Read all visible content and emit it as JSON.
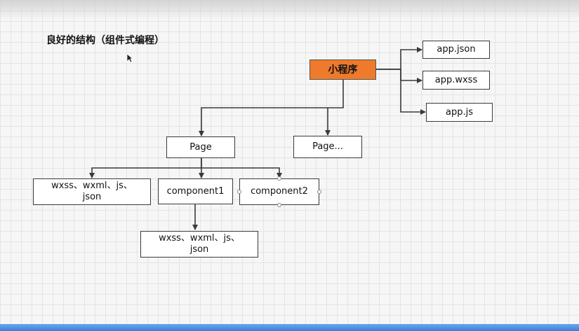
{
  "title": "良好的结构（组件式编程）",
  "nodes": {
    "root": "小程序",
    "app_json": "app.json",
    "app_wxss": "app.wxss",
    "app_js": "app.js",
    "page": "Page",
    "page_more": "Page...",
    "page_files": [
      "wxss、wxml、js、",
      "json"
    ],
    "component1": "component1",
    "component2": "component2",
    "component1_files": [
      "wxss、wxml、js、",
      "json"
    ]
  },
  "colors": {
    "root_fill": "#ee7a2b",
    "edge": "#3a3a3a"
  }
}
